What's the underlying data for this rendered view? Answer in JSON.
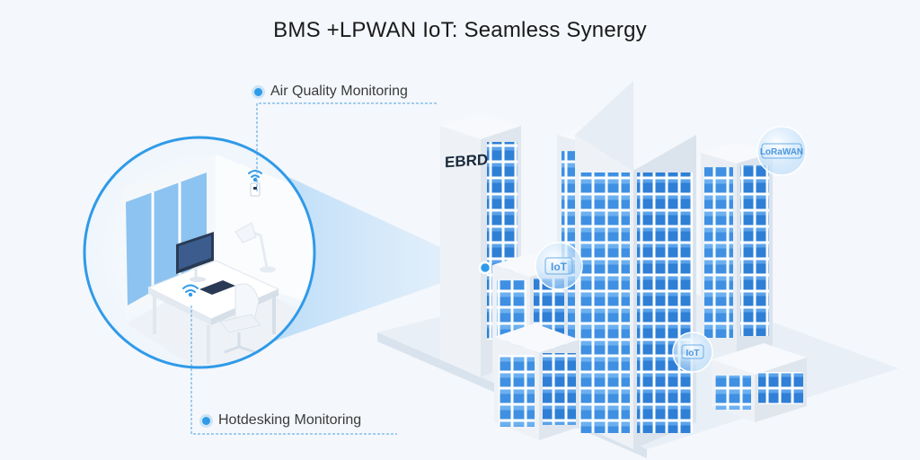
{
  "title": "BMS +LPWAN IoT: Seamless Synergy",
  "callouts": {
    "air_quality": "Air Quality Monitoring",
    "hotdesking": "Hotdesking Monitoring"
  },
  "building": {
    "sign": "EBRD",
    "badges": [
      "LoRaWAN",
      "IoT",
      "IoT"
    ]
  },
  "colors": {
    "accent": "#2f9ae8",
    "glass": "#3d8fe0",
    "wall": "#f2f5f9",
    "beam": "#8fc6f3"
  },
  "icons": [
    "wifi-icon",
    "monitor-icon",
    "desk-lamp-icon",
    "office-chair-icon",
    "sensor-icon"
  ]
}
